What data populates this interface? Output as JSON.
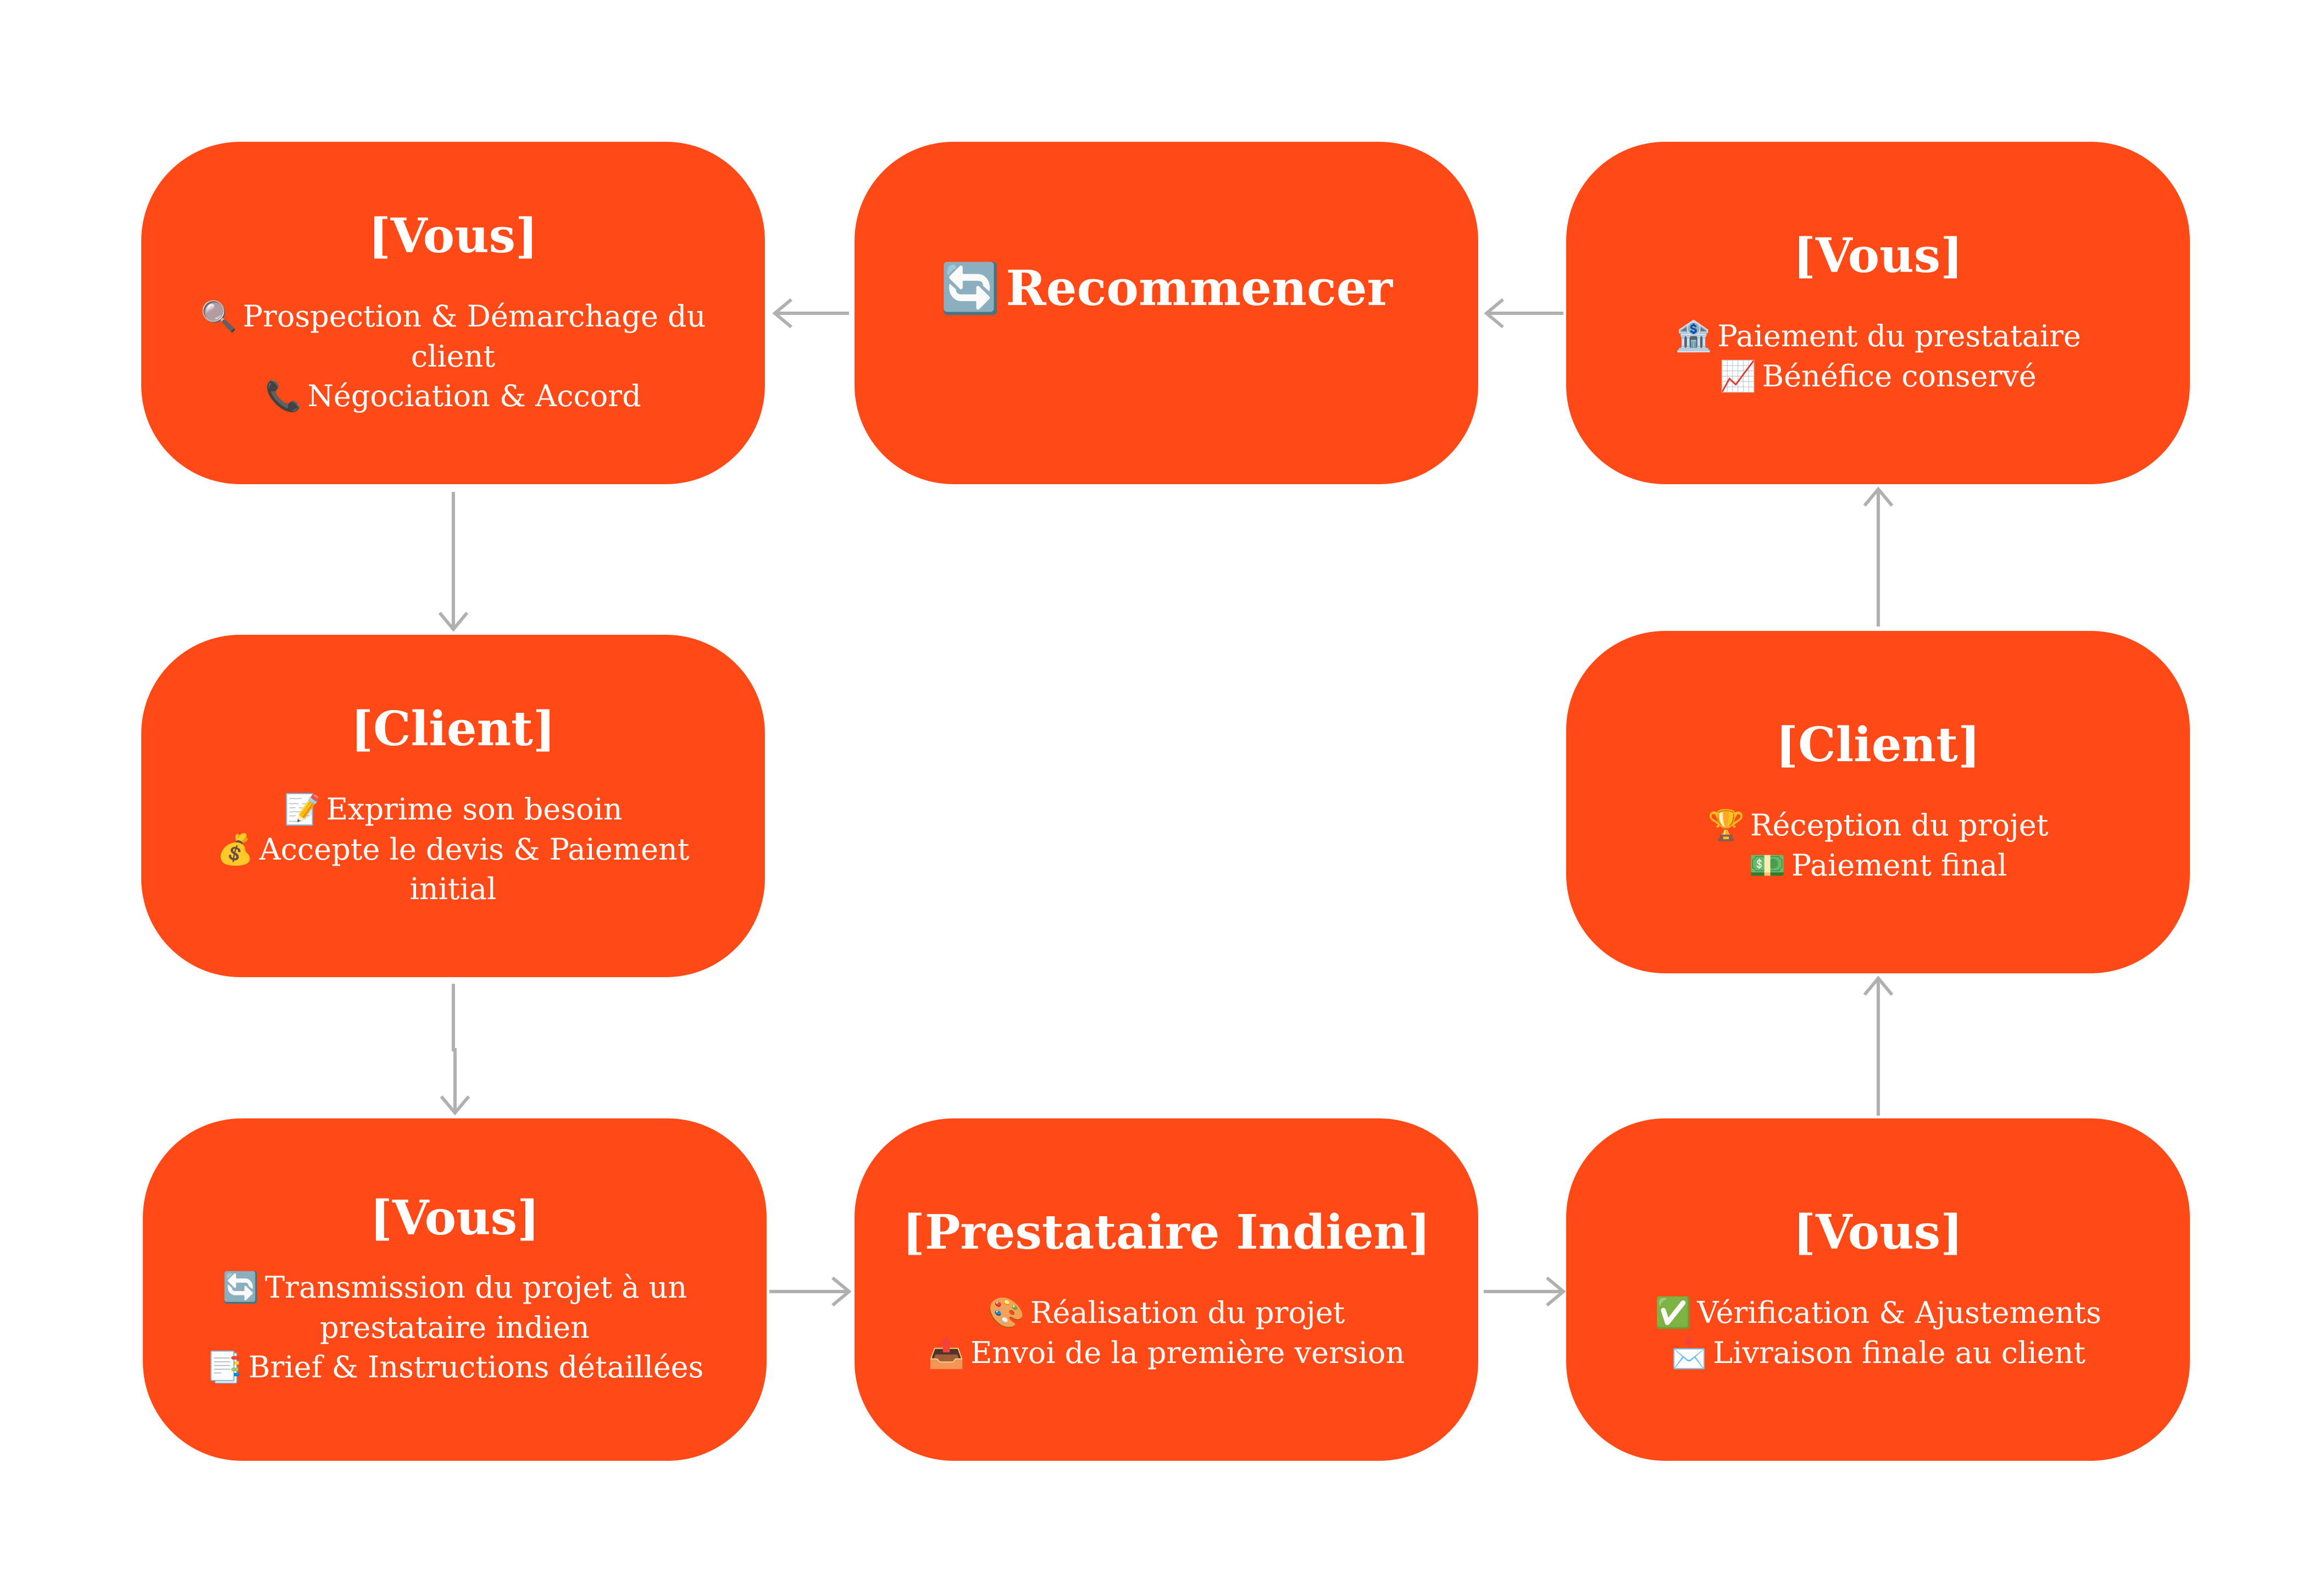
{
  "colors": {
    "node_fill": "#FF4A17",
    "node_text": "#FFFFFF",
    "arrow": "#B0B0B0",
    "background": "#FFFFFF"
  },
  "nodes": {
    "vous_prospection": {
      "title": "[Vous]",
      "lines": [
        {
          "icon": "magnifier-icon",
          "glyph": "🔍",
          "text": "Prospection & Démarchage du client"
        },
        {
          "icon": "phone-icon",
          "glyph": "📞",
          "text": "Négociation & Accord"
        }
      ]
    },
    "recommencer": {
      "title": "Recommencer",
      "icon": "cycle-arrows-icon",
      "glyph": "🔄"
    },
    "vous_paiement": {
      "title": "[Vous]",
      "lines": [
        {
          "icon": "bank-icon",
          "glyph": "🏦",
          "text": "Paiement du prestataire"
        },
        {
          "icon": "chart-up-icon",
          "glyph": "📈",
          "text": "Bénéfice conservé"
        }
      ]
    },
    "client_besoin": {
      "title": "[Client]",
      "lines": [
        {
          "icon": "memo-icon",
          "glyph": "📝",
          "text": "Exprime son besoin"
        },
        {
          "icon": "money-bag-icon",
          "glyph": "💰",
          "text": "Accepte le devis & Paiement initial"
        }
      ]
    },
    "client_reception": {
      "title": "[Client]",
      "lines": [
        {
          "icon": "trophy-icon",
          "glyph": "🏆",
          "text": "Réception du projet"
        },
        {
          "icon": "banknote-icon",
          "glyph": "💵",
          "text": "Paiement final"
        }
      ]
    },
    "vous_transmission": {
      "title": "[Vous]",
      "lines": [
        {
          "icon": "refresh-icon",
          "glyph": "🔄",
          "text": "Transmission du projet à un prestataire indien"
        },
        {
          "icon": "document-icon",
          "glyph": "📑",
          "text": "Brief & Instructions détaillées"
        }
      ]
    },
    "prestataire": {
      "title": "[Prestataire Indien]",
      "lines": [
        {
          "icon": "palette-icon",
          "glyph": "🎨",
          "text": "Réalisation du projet"
        },
        {
          "icon": "outbox-tray-icon",
          "glyph": "📤",
          "text": "Envoi de la première version"
        }
      ]
    },
    "vous_verification": {
      "title": "[Vous]",
      "lines": [
        {
          "icon": "check-mark-icon",
          "glyph": "✅",
          "text": "Vérification & Ajustements"
        },
        {
          "icon": "envelope-icon",
          "glyph": "📩",
          "text": "Livraison finale au client"
        }
      ]
    }
  }
}
